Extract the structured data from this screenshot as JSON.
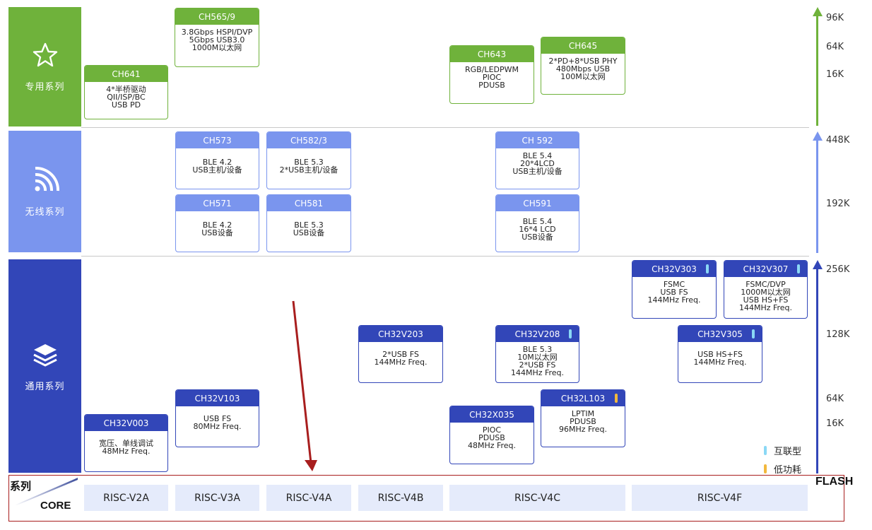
{
  "series": {
    "special": {
      "label": "专用系列",
      "icon": "star-icon"
    },
    "wireless": {
      "label": "无线系列",
      "icon": "wifi-signal-icon"
    },
    "general": {
      "label": "通用系列",
      "icon": "layers-icon"
    }
  },
  "cards": {
    "ch641": {
      "name": "CH641",
      "desc": "4*半桥驱动\nQII/ISP/BC\nUSB PD"
    },
    "ch565": {
      "name": "CH565/9",
      "desc": "3.8Gbps HSPI/DVP\n5Gbps USB3.0\n1000M以太网"
    },
    "ch643": {
      "name": "CH643",
      "desc": "RGB/LEDPWM\nPIOC\nPDUSB"
    },
    "ch645": {
      "name": "CH645",
      "desc": "2*PD+8*USB PHY\n480Mbps USB\n100M以太网"
    },
    "ch573": {
      "name": "CH573",
      "desc": "BLE 4.2\nUSB主机/设备"
    },
    "ch582": {
      "name": "CH582/3",
      "desc": "BLE 5.3\n2*USB主机/设备"
    },
    "ch592": {
      "name": "CH 592",
      "desc": "BLE 5.4\n20*4LCD\nUSB主机/设备"
    },
    "ch571": {
      "name": "CH571",
      "desc": "BLE 4.2\nUSB设备"
    },
    "ch581": {
      "name": "CH581",
      "desc": "BLE 5.3\nUSB设备"
    },
    "ch591": {
      "name": "CH591",
      "desc": "BLE 5.4\n16*4 LCD\nUSB设备"
    },
    "v303": {
      "name": "CH32V303",
      "desc": "FSMC\nUSB FS\n144MHz Freq."
    },
    "v307": {
      "name": "CH32V307",
      "desc": "FSMC/DVP\n1000M以太网\nUSB HS+FS\n144MHz Freq."
    },
    "v203": {
      "name": "CH32V203",
      "desc": "2*USB FS\n144MHz Freq."
    },
    "v208": {
      "name": "CH32V208",
      "desc": "BLE 5.3\n10M以太网\n2*USB FS\n144MHz Freq."
    },
    "v305": {
      "name": "CH32V305",
      "desc": "USB HS+FS\n144MHz Freq."
    },
    "v103": {
      "name": "CH32V103",
      "desc": "USB FS\n80MHz Freq."
    },
    "l103": {
      "name": "CH32L103",
      "desc": "LPTIM\nPDUSB\n96MHz Freq."
    },
    "x035": {
      "name": "CH32X035",
      "desc": "PIOC\nPDUSB\n48MHz Freq."
    },
    "v003": {
      "name": "CH32V003",
      "desc": "宽压、单线调试\n48MHz Freq."
    }
  },
  "axis": {
    "special": [
      "96K",
      "64K",
      "16K"
    ],
    "wireless": [
      "448K",
      "192K"
    ],
    "general": [
      "256K",
      "128K",
      "64K",
      "16K"
    ],
    "flash_label": "FLASH",
    "colors": {
      "special": "#6fb23b",
      "wireless": "#7a95ee",
      "general": "#3246b8"
    }
  },
  "legend": {
    "interconnect": {
      "label": "互联型",
      "color": "#8ad8f5"
    },
    "low_power": {
      "label": "低功耗",
      "color": "#f2b83d"
    }
  },
  "core_row": {
    "series_label": "系列",
    "core_label": "CORE",
    "cores": [
      "RISC-V2A",
      "RISC-V3A",
      "RISC-V4A",
      "RISC-V4B",
      "RISC-V4C",
      "RISC-V4F"
    ]
  },
  "annotation": {
    "arrow_color": "#a81e1e"
  }
}
